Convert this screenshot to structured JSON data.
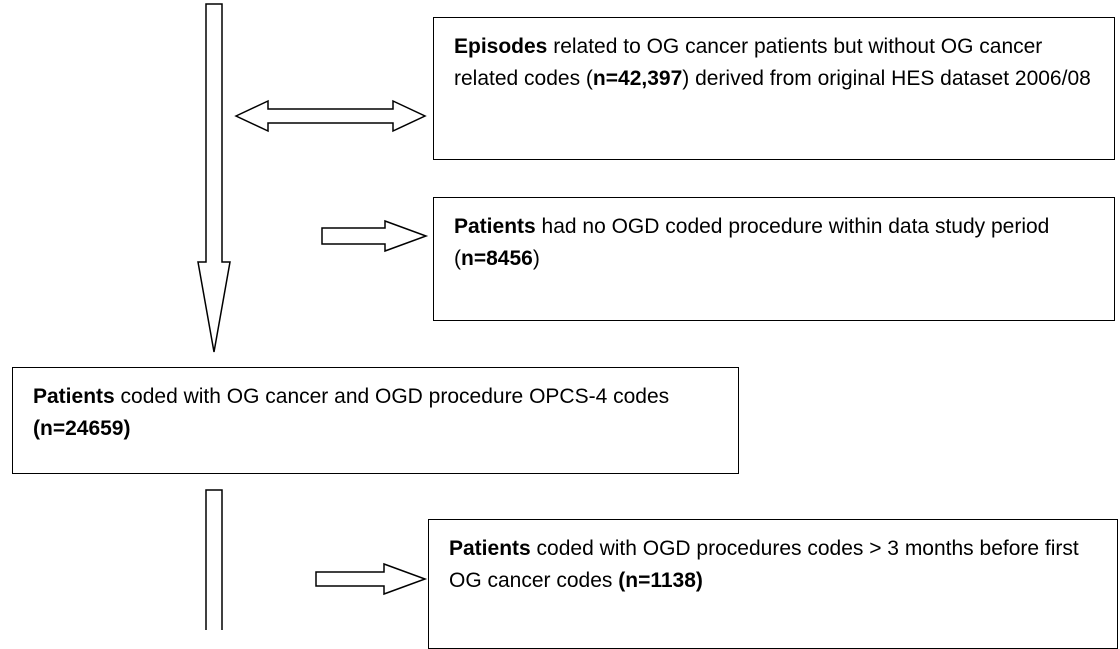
{
  "boxes": {
    "excluded_episodes": {
      "bold": "Episodes",
      "text1": " related to OG cancer patients but without OG cancer related codes   (",
      "count": "n=42,397",
      "text2": ") derived from original HES dataset 2006/08"
    },
    "no_ogd": {
      "bold": "Patients",
      "text1": " had no OGD coded procedure within data study period (",
      "count": "n=8456",
      "text2": ")"
    },
    "included": {
      "bold": "Patients",
      "text1": " coded with OG cancer and OGD procedure OPCS-4 codes ",
      "count": "(n=24659)",
      "text2": ""
    },
    "early_ogd": {
      "bold": "Patients",
      "text1": " coded with OGD procedures codes > 3 months before first OG cancer codes ",
      "count": "(n=1138)",
      "text2": ""
    }
  },
  "colors": {
    "stroke": "#000000",
    "background": "#ffffff"
  }
}
